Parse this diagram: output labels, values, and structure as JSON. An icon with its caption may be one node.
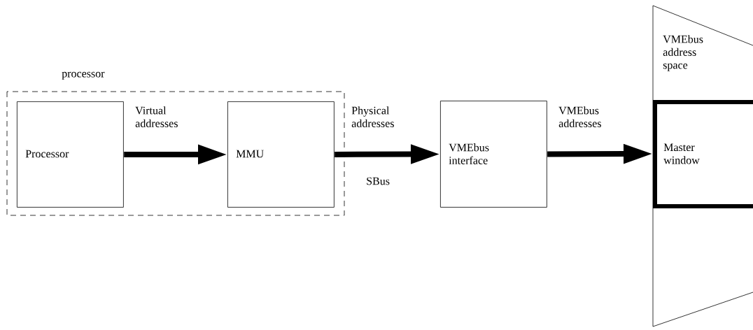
{
  "diagram": {
    "nodes": [
      {
        "text": [
          "processor"
        ]
      },
      {
        "text": [
          "Processor"
        ],
        "in": 0
      },
      {
        "text": [
          "MMU"
        ],
        "in": 0
      },
      {
        "text": [
          "VMEbus interface"
        ]
      },
      {
        "text": [
          "VMEbus address space"
        ]
      },
      {
        "text": [
          "Master window"
        ],
        "in": 4
      }
    ],
    "edges": [
      {
        "from": 1,
        "to": 2,
        "arrow": "to",
        "label": "Virtual addresses"
      },
      {
        "from": 2,
        "to": 3,
        "arrow": "to",
        "label": "Physical addresses"
      },
      {
        "from": 3,
        "to": 5,
        "arrow": "to",
        "label": "VMEbus addresses"
      }
    ],
    "labels": [
      "SBus"
    ]
  }
}
